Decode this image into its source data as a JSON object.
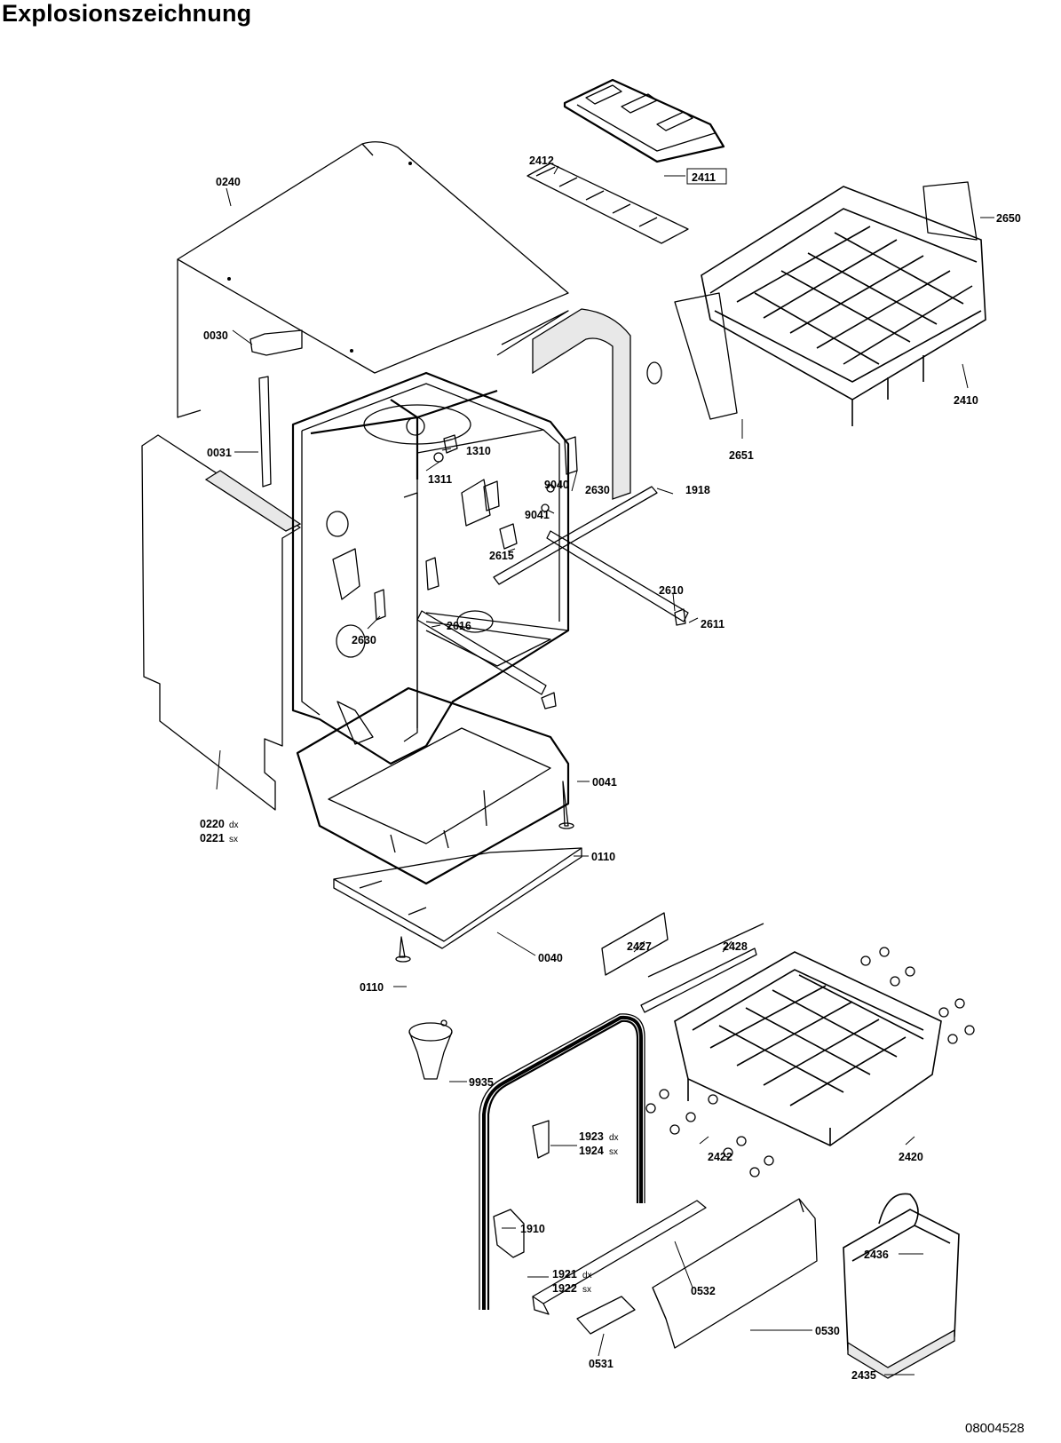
{
  "title": "Explosionszeichnung",
  "doc_number": "08004528",
  "part_labels": {
    "p0240": "0240",
    "p0030": "0030",
    "p0031": "0031",
    "p0220": "0220",
    "p0220_sfx": "dx",
    "p0221": "0221",
    "p0221_sfx": "sx",
    "p1310": "1310",
    "p1311": "1311",
    "p9040": "9040",
    "p2630a": "2630",
    "p9041": "9041",
    "p2615": "2615",
    "p1918": "1918",
    "p2610": "2610",
    "p2611": "2611",
    "p2616": "2616",
    "p2630b": "2630",
    "p0041": "0041",
    "p0110a": "0110",
    "p0040": "0040",
    "p0110b": "0110",
    "p2412": "2412",
    "p2411": "2411",
    "p2650": "2650",
    "p2410": "2410",
    "p2651": "2651",
    "p2427": "2427",
    "p2428": "2428",
    "p9935": "9935",
    "p1923": "1923",
    "p1923_sfx": "dx",
    "p1924": "1924",
    "p1924_sfx": "sx",
    "p2422": "2422",
    "p2420": "2420",
    "p1910": "1910",
    "p1921": "1921",
    "p1921_sfx": "dx",
    "p1922": "1922",
    "p1922_sfx": "sx",
    "p0532": "0532",
    "p0530": "0530",
    "p0531": "0531",
    "p2436": "2436",
    "p2435": "2435"
  }
}
